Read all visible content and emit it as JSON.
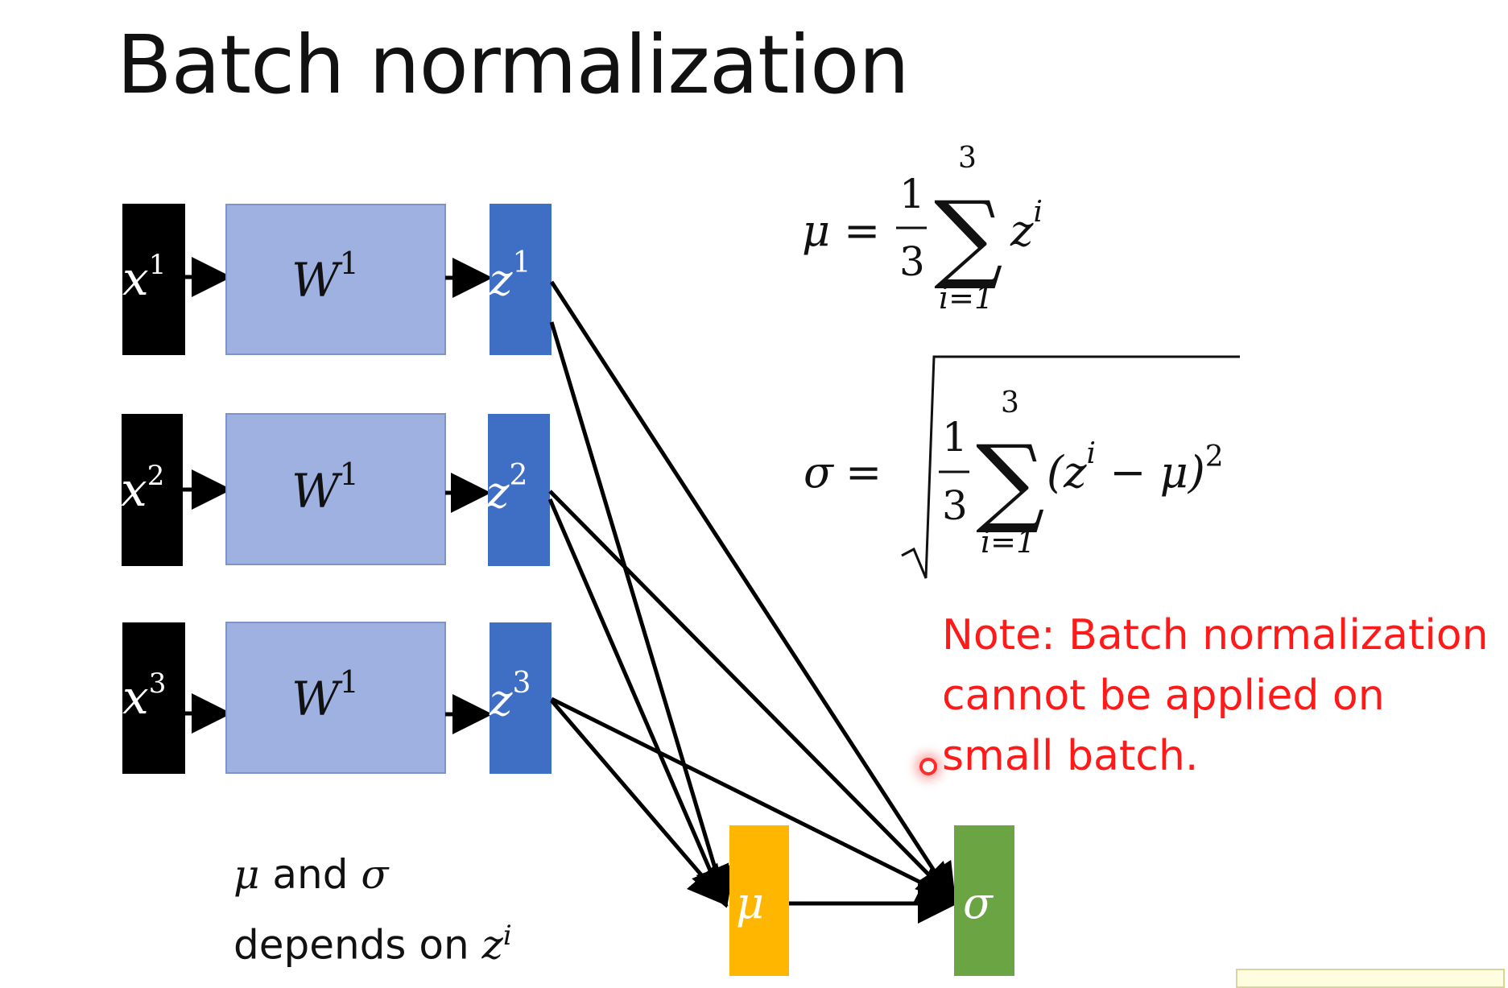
{
  "title": "Batch normalization",
  "inputs": [
    {
      "base": "x",
      "sup": "1"
    },
    {
      "base": "x",
      "sup": "2"
    },
    {
      "base": "x",
      "sup": "3"
    }
  ],
  "weights": [
    {
      "base": "W",
      "sup": "1"
    },
    {
      "base": "W",
      "sup": "1"
    },
    {
      "base": "W",
      "sup": "1"
    }
  ],
  "outputs": [
    {
      "base": "z",
      "sup": "1"
    },
    {
      "base": "z",
      "sup": "2"
    },
    {
      "base": "z",
      "sup": "3"
    }
  ],
  "mu_node": {
    "label": "μ"
  },
  "sigma_node": {
    "label": "σ"
  },
  "formula_mu": {
    "lhs": "μ",
    "eq": "=",
    "frac_num": "1",
    "frac_den": "3",
    "sum_sym": "∑",
    "sum_top": "3",
    "sum_bottom": "i=1",
    "term_base": "z",
    "term_sup": "i"
  },
  "formula_sigma": {
    "lhs": "σ",
    "eq": "=",
    "frac_num": "1",
    "frac_den": "3",
    "sum_sym": "∑",
    "sum_top": "3",
    "sum_bottom": "i=1",
    "term_open": "(z",
    "term_sup": "i",
    "term_rest": " − μ)",
    "term_pow": "2"
  },
  "note": {
    "line1": "Note: Batch normalization",
    "line2": "cannot be applied on",
    "line3": "small batch."
  },
  "caption": {
    "mu": "μ",
    "and": " and ",
    "sigma": "σ",
    "line2_text": "depends on ",
    "z": "z",
    "z_sup": "i"
  },
  "colors": {
    "input_box": "#000000",
    "weight_box": "#9fb1e1",
    "output_box": "#3f6fc4",
    "mu_box": "#ffb600",
    "sigma_box": "#6aa443",
    "note_text": "#ff1a1a"
  }
}
